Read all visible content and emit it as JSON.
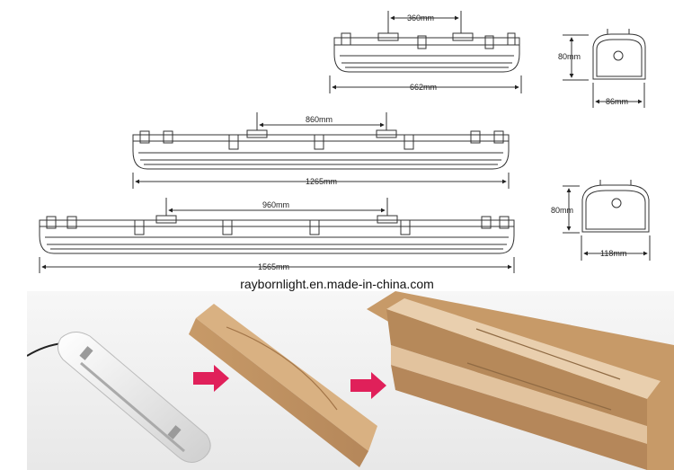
{
  "dimensions": {
    "lamp_662": {
      "spacing": "360mm",
      "length": "662mm"
    },
    "lamp_1265": {
      "spacing": "860mm",
      "length": "1265mm"
    },
    "lamp_1565": {
      "spacing": "960mm",
      "length": "1565mm"
    },
    "end_small": {
      "height": "80mm",
      "width": "86mm"
    },
    "end_large": {
      "height": "80mm",
      "width": "118mm"
    }
  },
  "website": "raybornlight.en.made-in-china.com"
}
